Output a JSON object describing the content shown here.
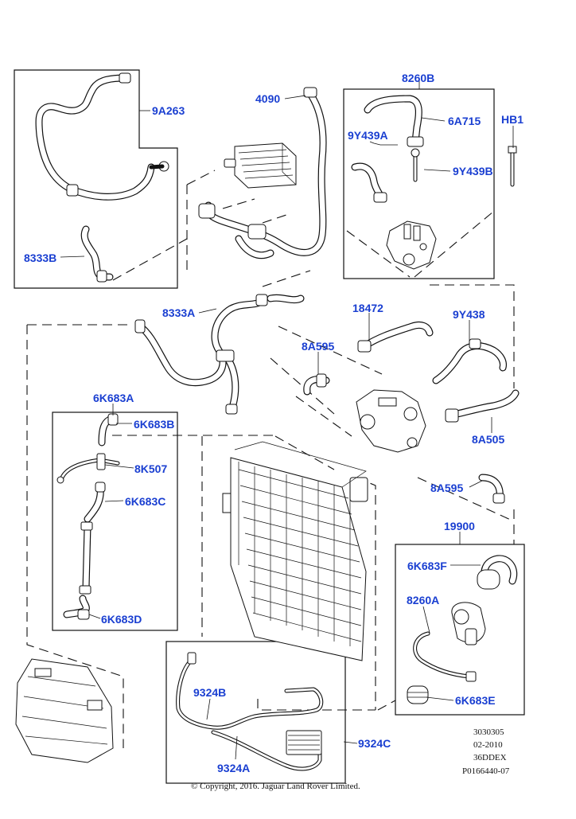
{
  "labels": {
    "p9A263": "9A263",
    "p4090": "4090",
    "p8260B": "8260B",
    "p6A715": "6A715",
    "pHB1": "HB1",
    "p9Y439A": "9Y439A",
    "p9Y439B": "9Y439B",
    "p8333B": "8333B",
    "p8333A": "8333A",
    "p18472": "18472",
    "p9Y438": "9Y438",
    "p8A595_upper": "8A595",
    "p6K683A": "6K683A",
    "p6K683B": "6K683B",
    "p8A505": "8A505",
    "p8K507": "8K507",
    "p6K683C": "6K683C",
    "p8A595_lower": "8A595",
    "p19900": "19900",
    "p6K683F": "6K683F",
    "p8260A": "8260A",
    "p6K683D": "6K683D",
    "p6K683E": "6K683E",
    "p9324B": "9324B",
    "p9324C": "9324C",
    "p9324A": "9324A"
  },
  "reference": {
    "line1": "3030305",
    "line2": "02-2010",
    "line3": "36DDEX",
    "line4": "P0166440-07"
  },
  "copyright": "© Copyright, 2016. Jaguar Land Rover Limited.",
  "colors": {
    "label_blue": "#1a3fd1",
    "line_black": "#111111"
  }
}
